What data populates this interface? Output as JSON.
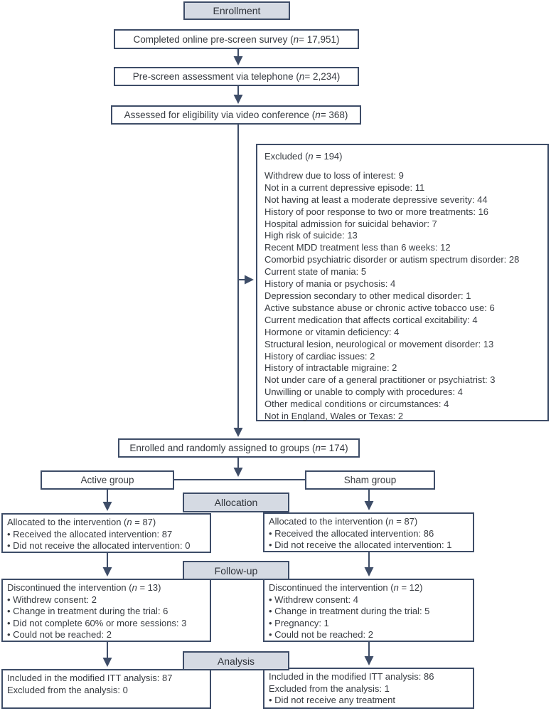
{
  "colors": {
    "border": "#3e4d68",
    "stage_fill": "#d5dae3",
    "box_fill": "#ffffff",
    "text": "#373b41"
  },
  "stages": {
    "enrollment": "Enrollment",
    "allocation": "Allocation",
    "followup": "Follow-up",
    "analysis": "Analysis"
  },
  "flow": {
    "survey": "Completed online pre-screen survey (n = 17,951)",
    "telephone": "Pre-screen assessment via telephone (n = 2,234)",
    "eligibility": "Assessed for eligibility via video conference (n = 368)",
    "excluded": {
      "title": "Excluded (n = 194)",
      "reasons": [
        "Withdrew due to loss of interest: 9",
        "Not in a current depressive episode: 11",
        "Not having at least a moderate depressive severity: 44",
        "History of poor response to two or more treatments: 16",
        "Hospital admission for suicidal behavior: 7",
        "High risk of suicide: 13",
        "Recent MDD treatment less than 6 weeks: 12",
        "Comorbid psychiatric disorder or autism spectrum disorder: 28",
        "Current state of mania: 5",
        "History of mania or psychosis: 4",
        "Depression secondary to other medical disorder: 1",
        "Active substance abuse or chronic active tobacco use: 6",
        "Current medication that affects cortical excitability: 4",
        "Hormone or vitamin deficiency: 4",
        "Structural lesion, neurological or movement disorder: 13",
        "History of cardiac issues: 2",
        "History of intractable migraine: 2",
        "Not under care of a general practitioner or psychiatrist: 3",
        "Unwilling or unable to comply with procedures: 4",
        "Other medical conditions or circumstances: 4",
        "Not in England, Wales or Texas: 2"
      ]
    },
    "enrolled": "Enrolled and randomly assigned to groups (n = 174)",
    "active_group_label": "Active group",
    "sham_group_label": "Sham group",
    "active_allocation": {
      "title": "Allocated to the intervention (n = 87)",
      "items": [
        "• Received the allocated intervention: 87",
        "• Did not receive the allocated intervention: 0"
      ]
    },
    "sham_allocation": {
      "title": "Allocated to the intervention (n = 87)",
      "items": [
        "• Received the allocated intervention: 86",
        "• Did not receive the allocated intervention: 1"
      ]
    },
    "active_followup": {
      "title": "Discontinued the intervention (n = 13)",
      "items": [
        "• Withdrew consent: 2",
        "• Change in treatment during the trial: 6",
        "• Did not complete 60% or more sessions: 3",
        "• Could not be reached: 2"
      ]
    },
    "sham_followup": {
      "title": "Discontinued the intervention (n = 12)",
      "items": [
        "• Withdrew consent: 4",
        "• Change in treatment during the trial: 5",
        "• Pregnancy: 1",
        "• Could not be reached: 2"
      ]
    },
    "active_analysis": {
      "lines": [
        "Included in the modified ITT analysis: 87",
        "Excluded from the analysis: 0"
      ]
    },
    "sham_analysis": {
      "lines": [
        "Included in the modified ITT analysis: 86",
        "Excluded from the analysis: 1",
        "• Did not receive any treatment"
      ]
    }
  }
}
